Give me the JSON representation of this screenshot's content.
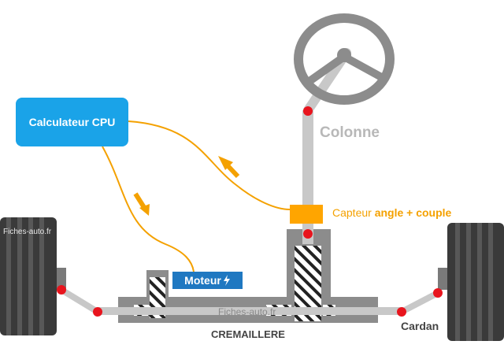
{
  "labels": {
    "cpu": "Calculateur CPU",
    "motor": "Moteur",
    "colonne": "Colonne",
    "sensor_prefix": "Capteur ",
    "sensor_bold": "angle + couple",
    "rack": "CREMAILLERE",
    "cardan": "Cardan",
    "watermark": "Fiches-auto.fr"
  },
  "icons": {
    "motor_symbol": "lightning-bolt-icon",
    "flow_arrows": "arrow-icon"
  },
  "colors": {
    "cpu_box": "#1aa3e8",
    "motor_box": "#1f78c1",
    "wire": "#f4a100",
    "sensor_block": "#ffa500",
    "joint": "#e8141d",
    "shaft": "#c8c8c8",
    "housing": "#8c8c8c",
    "tire": "#444444",
    "text_dark": "#444444",
    "text_colonne": "#b8b8b8"
  }
}
